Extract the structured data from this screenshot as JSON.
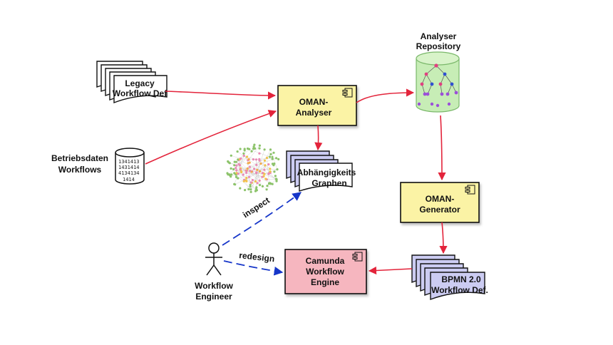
{
  "nodes": {
    "legacy": {
      "line1": "Legacy",
      "line2": "Workflow Def"
    },
    "betriebsdaten": {
      "line1": "Betriebsdaten",
      "line2": "Workflows",
      "numbers": [
        "1341413",
        "1431414",
        "4134134",
        "1414"
      ]
    },
    "analyser": {
      "line1": "OMAN-",
      "line2": "Analyser"
    },
    "repository": {
      "line1": "Analyser",
      "line2": "Repository"
    },
    "graphen": {
      "line1": "Abhängigkeits",
      "line2": "Graphen"
    },
    "generator": {
      "line1": "OMAN-",
      "line2": "Generator"
    },
    "camunda": {
      "line1": "Camunda",
      "line2": "Workflow",
      "line3": "Engine"
    },
    "bpmn": {
      "line1": "BPMN 2.0",
      "line2": "Workflow Def."
    },
    "engineer": {
      "line1": "Workflow",
      "line2": "Engineer"
    }
  },
  "edges": {
    "inspect": "inspect",
    "redesign": "redesign"
  },
  "colors": {
    "component_yellow": "#fbf3a5",
    "component_pink": "#f6b6bf",
    "document_blue": "#ccccf2",
    "repository_green": "#c7edb6",
    "arrow_red": "#e3243b",
    "arrow_blue": "#1636c9"
  },
  "icons": [
    "component-icon",
    "database-icon",
    "stick-figure-icon"
  ]
}
